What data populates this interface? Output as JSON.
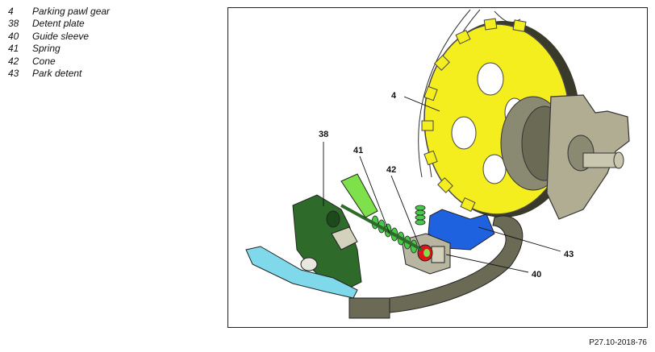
{
  "legend": [
    {
      "num": "4",
      "label": "Parking pawl gear"
    },
    {
      "num": "38",
      "label": "Detent plate"
    },
    {
      "num": "40",
      "label": "Guide sleeve"
    },
    {
      "num": "41",
      "label": "Spring"
    },
    {
      "num": "42",
      "label": "Cone"
    },
    {
      "num": "43",
      "label": "Park detent"
    }
  ],
  "callouts": {
    "c4": "4",
    "c38": "38",
    "c40": "40",
    "c41": "41",
    "c42": "42",
    "c43": "43"
  },
  "figure_ref": "P27.10-2018-76",
  "colors": {
    "gear": "#f5ee1f",
    "detent_plate": "#2e6b2a",
    "detent_plate_light": "#7ee04a",
    "park_detent": "#1f62e0",
    "housing": "#6b6a55",
    "lever": "#7fd9ea",
    "cone": "#e0151c",
    "spring": "#49c94a"
  }
}
